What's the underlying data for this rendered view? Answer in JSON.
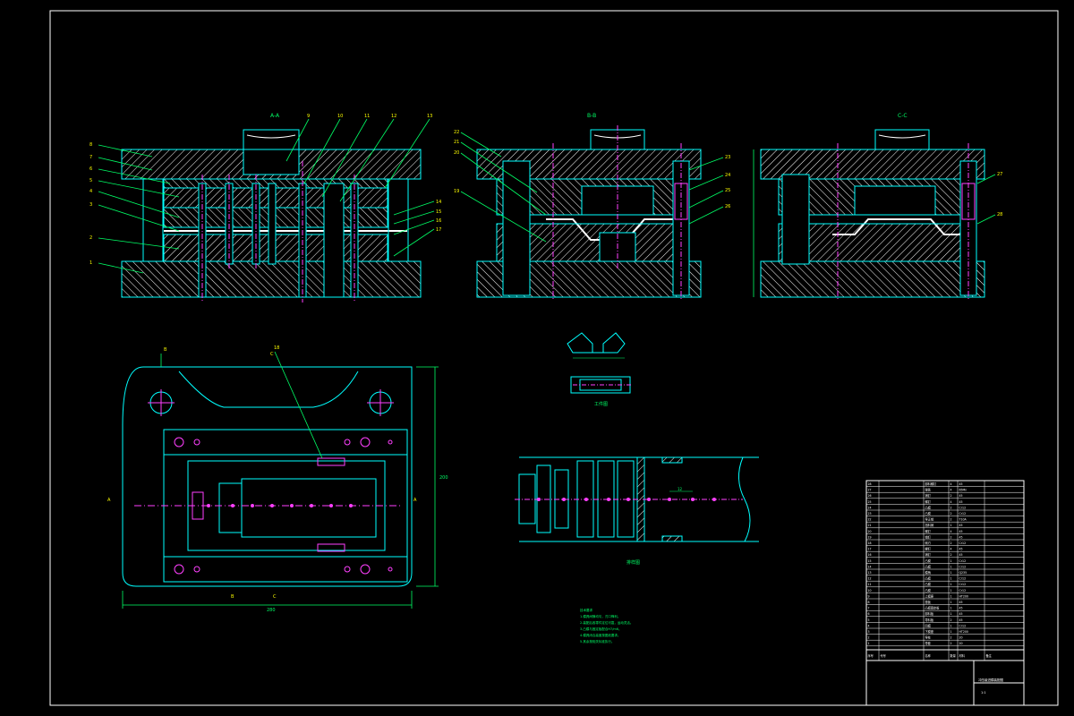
{
  "colors": {
    "background": "#000000",
    "border": "#ffffff",
    "outline": "#00ffff",
    "centerline": "#ff3fff",
    "dimension": "#00ff66",
    "hatch": "#ffffff",
    "leader": "#00ff66",
    "label": "#ffff00"
  },
  "views": {
    "aa": {
      "title": "A-A"
    },
    "bb": {
      "title": "B-B"
    },
    "cc": {
      "title": "C-C"
    }
  },
  "part_labels": {
    "aa_left": [
      "8",
      "7",
      "6",
      "5",
      "4",
      "3",
      "2",
      "1"
    ],
    "aa_top": [
      "9",
      "10",
      "11",
      "12",
      "13"
    ],
    "aa_right": [
      "14",
      "15",
      "16",
      "17"
    ],
    "bb_left": [
      "22",
      "21",
      "20",
      "19"
    ],
    "bb_right": [
      "23",
      "24",
      "25",
      "26"
    ],
    "cc_right": [
      "27",
      "28"
    ]
  },
  "plan_view": {
    "section_marks": [
      "B",
      "C",
      "A",
      "A",
      "B",
      "C"
    ],
    "dim_width": "280",
    "dim_height": "200",
    "leader_label": "18"
  },
  "part_view": {
    "caption": "工件图"
  },
  "strip_layout": {
    "caption": "排样图",
    "dim_pitch": "12"
  },
  "notes": {
    "heading": "技术要求",
    "lines": [
      "1.模具间隙均匀，刃口锋利。",
      "2.装配后各零件定位可靠，运动灵活。",
      "3.凸模与固定板配合H7/m6。",
      "4.模具闭合高度按图纸要求。",
      "5.其余按相关标准执行。"
    ]
  },
  "bom": {
    "rows": [
      [
        "28",
        "",
        "卸料螺钉",
        "4",
        "45"
      ],
      [
        "27",
        "",
        "弹簧",
        "4",
        "65Mn"
      ],
      [
        "26",
        "",
        "销钉",
        "2",
        "45"
      ],
      [
        "25",
        "",
        "螺钉",
        "4",
        "45"
      ],
      [
        "24",
        "",
        "凸模",
        "2",
        "Cr12"
      ],
      [
        "23",
        "",
        "凸模",
        "2",
        "Cr12"
      ],
      [
        "22",
        "",
        "导正销",
        "2",
        "T10A"
      ],
      [
        "21",
        "",
        "挡料销",
        "1",
        "45"
      ],
      [
        "20",
        "",
        "螺钉",
        "4",
        "45"
      ],
      [
        "19",
        "",
        "销钉",
        "2",
        "45"
      ],
      [
        "18",
        "",
        "侧刃",
        "2",
        "Cr12"
      ],
      [
        "17",
        "",
        "螺钉",
        "4",
        "45"
      ],
      [
        "16",
        "",
        "销钉",
        "2",
        "45"
      ],
      [
        "15",
        "",
        "凸模",
        "1",
        "Cr12"
      ],
      [
        "14",
        "",
        "凸模",
        "1",
        "Cr12"
      ],
      [
        "13",
        "",
        "模柄",
        "1",
        "Q235"
      ],
      [
        "12",
        "",
        "凸模",
        "1",
        "Cr12"
      ],
      [
        "11",
        "",
        "凸模",
        "1",
        "Cr12"
      ],
      [
        "10",
        "",
        "凸模",
        "1",
        "Cr12"
      ],
      [
        "9",
        "",
        "上模座",
        "1",
        "HT200"
      ],
      [
        "8",
        "",
        "垫板",
        "1",
        "45"
      ],
      [
        "7",
        "",
        "凸模固定板",
        "1",
        "45"
      ],
      [
        "6",
        "",
        "卸料板",
        "1",
        "45"
      ],
      [
        "5",
        "",
        "导料板",
        "2",
        "45"
      ],
      [
        "4",
        "",
        "凹模",
        "1",
        "Cr12"
      ],
      [
        "3",
        "",
        "下模座",
        "1",
        "HT200"
      ],
      [
        "2",
        "",
        "导柱",
        "2",
        "20"
      ],
      [
        "1",
        "",
        "导套",
        "2",
        "20"
      ]
    ],
    "header": [
      "序号",
      "代号",
      "名称",
      "数量",
      "材料",
      "备注"
    ],
    "title": "冲压级进模装配图",
    "scale_label": "1:1"
  }
}
